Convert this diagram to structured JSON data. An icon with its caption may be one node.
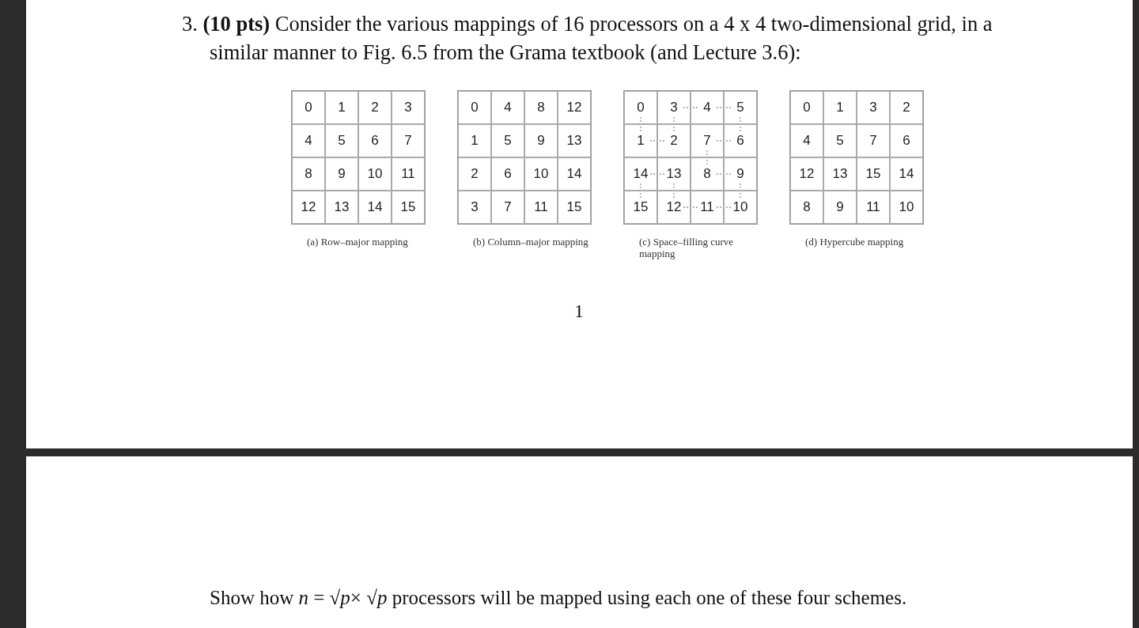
{
  "diagram": {
    "labels": [
      "3. **(10 pts)** Consider the various mappings of 16 processors on a 4 x 4 two-dimensional grid, in a similar manner to Fig. 6.5 from the Grama textbook (and Lecture 3.6):",
      "0",
      "1",
      "2",
      "3",
      "4",
      "5",
      "6",
      "7",
      "8",
      "9",
      "10",
      "11",
      "12",
      "13",
      "14",
      "15",
      "0",
      "4",
      "8",
      "12",
      "1",
      "5",
      "9",
      "13",
      "2",
      "6",
      "10",
      "14",
      "3",
      "7",
      "11",
      "15",
      "0",
      "3",
      "4",
      "5",
      "1",
      "2",
      "7",
      "6",
      "14",
      "13",
      "8",
      "9",
      "15",
      "12",
      "11",
      "10",
      "0",
      "1",
      "3",
      "2",
      "4",
      "5",
      "7",
      "6",
      "12",
      "13",
      "15",
      "14",
      "8",
      "9",
      "11",
      "10",
      "(a) Row–major mapping",
      "(b) Column–major mapping",
      "(c) Space–filling curve mapping",
      "(d) Hypercube mapping",
      "1",
      "Show how *n* = √*p*× √*p* processors will be mapped using each one of these four schemes."
    ]
  }
}
